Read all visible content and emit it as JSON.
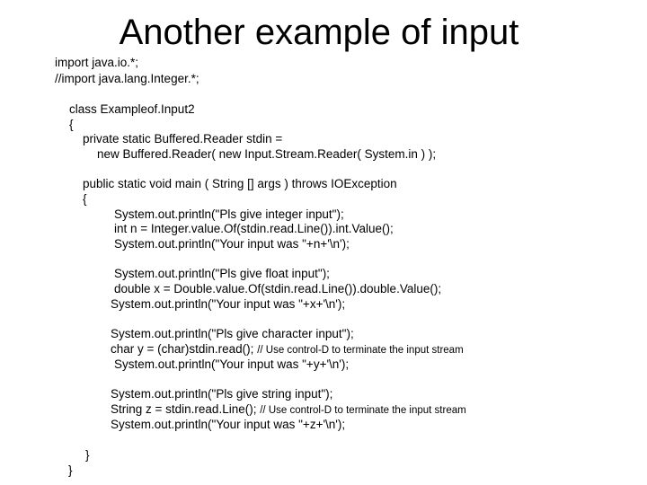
{
  "slide": {
    "title": "Another example of input",
    "lines": [
      "import java.io.*;",
      "//import java.lang.Integer.*;",
      "class Exampleof.Input2",
      "{",
      "private static Buffered.Reader stdin =",
      "new Buffered.Reader( new Input.Stream.Reader( System.in ) );",
      "public static void main ( String [] args ) throws IOException",
      "{",
      "System.out.println(\"Pls give integer input\");",
      "int n = Integer.value.Of(stdin.read.Line()).int.Value();",
      "System.out.println(\"Your input was \"+n+'\\n');",
      "System.out.println(\"Pls give float input\");",
      "double x = Double.value.Of(stdin.read.Line()).double.Value();",
      "System.out.println(\"Your input was \"+x+'\\n');",
      "System.out.println(\"Pls give character input\");",
      "char y = (char)stdin.read();",
      "System.out.println(\"Your input was \"+y+'\\n');",
      "System.out.println(\"Pls give string input\");",
      "String z = stdin.read.Line();",
      "System.out.println(\"Your input was \"+z+'\\n');",
      "}",
      "}"
    ],
    "comment": "// Use control-D to terminate the input stream"
  }
}
